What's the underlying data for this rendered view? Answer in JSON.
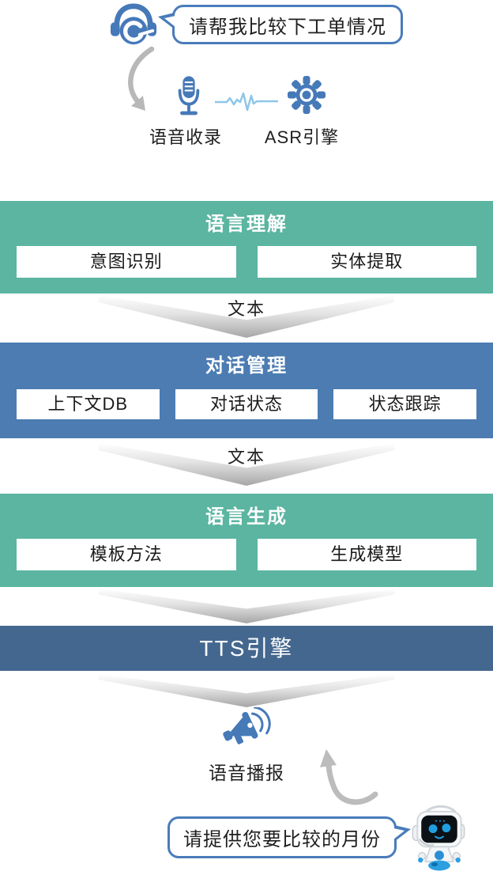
{
  "user_bubble": {
    "text": "请帮我比较下工单情况"
  },
  "input_stage": {
    "voice_capture_label": "语音收录",
    "asr_label": "ASR引擎"
  },
  "flow_label": "文本",
  "blocks": [
    {
      "title": "语言理解",
      "items": [
        "意图识别",
        "实体提取"
      ]
    },
    {
      "title": "对话管理",
      "items": [
        "上下文DB",
        "对话状态",
        "状态跟踪"
      ]
    },
    {
      "title": "语言生成",
      "items": [
        "模板方法",
        "生成模型"
      ]
    },
    {
      "title": "TTS引擎",
      "items": []
    }
  ],
  "output_stage": {
    "broadcast_label": "语音播报"
  },
  "agent_bubble": {
    "text": "请提供您要比较的月份"
  },
  "icons": {
    "user": "headset-agent-icon",
    "capture": "microphone-icon",
    "signal": "audio-waveform-icon",
    "asr": "gear-icon",
    "broadcast": "megaphone-icon",
    "agent": "robot-icon",
    "flow": "chevron-down-arrow",
    "handoff": "curved-gray-arrow"
  },
  "colors": {
    "teal_block": "#5bb5a1",
    "blue_block": "#4c7cb2",
    "navy_block": "#44678f",
    "icon_blue": "#4679b8",
    "bubble_border": "#4a7cba",
    "waveform_blue": "#8ec6e8",
    "arrow_gray": "#b8b8b8"
  }
}
